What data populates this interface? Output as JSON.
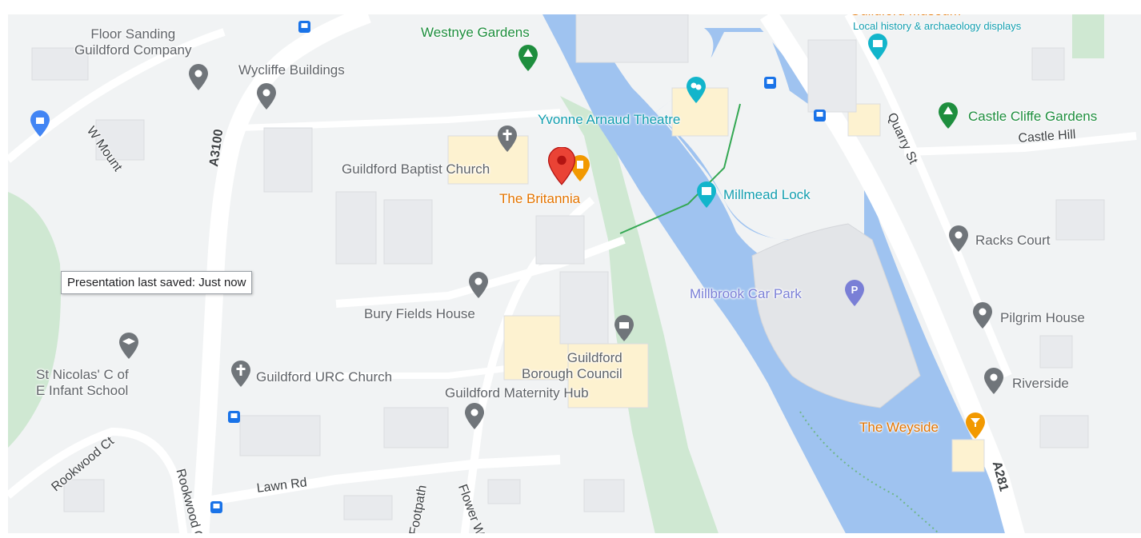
{
  "tooltip": {
    "text": "Presentation last saved: Just now"
  },
  "places": {
    "floor_sanding": "Floor Sanding\nGuildford Company",
    "wycliffe": "Wycliffe Buildings",
    "westnye": "Westnye Gardens",
    "guildford_museum": "Guildford Museum",
    "museum_desc": "Local history & archaeology displays",
    "castle_cliffe": "Castle Cliffe Gardens",
    "yvonne": "Yvonne Arnaud Theatre",
    "baptist": "Guildford Baptist Church",
    "britannia": "The Britannia",
    "millmead": "Millmead Lock",
    "racks": "Racks Court",
    "millbrook": "Millbrook Car Park",
    "bury": "Bury Fields House",
    "pilgrim": "Pilgrim House",
    "borough": "Guildford\nBorough Council",
    "st_nicolas": "St Nicolas' C of\nE Infant School",
    "urc": "Guildford URC Church",
    "maternity": "Guildford Maternity Hub",
    "riverside": "Riverside",
    "weyside": "The Weyside"
  },
  "roads": {
    "a3100": "A3100",
    "w_mount": "W Mount",
    "quarry": "Quarry St",
    "castle_hill": "Castle Hill",
    "rookwood_ct": "Rookwood Ct",
    "rookwood_c": "Rookwood C",
    "lawn_rd": "Lawn Rd",
    "footpath": "Footpath",
    "flower_wa": "Flower Wa",
    "a281": "A281"
  },
  "colors": {
    "water": "#9fc3f0",
    "park": "#cfe8d2",
    "land": "#f1f3f4",
    "building": "#e8eaed",
    "poi_gray": "#70757a",
    "poi_green": "#1e8e3e",
    "poi_teal": "#12b5cb",
    "poi_orange": "#f29900",
    "poi_purple": "#7a7fd6",
    "selected_pin": "#ea4335",
    "transit": "#1a73e8"
  }
}
